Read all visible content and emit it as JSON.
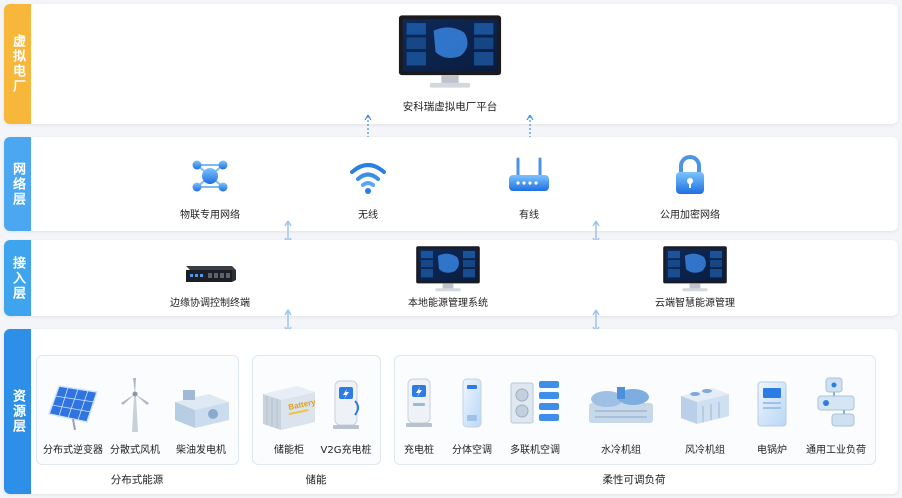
{
  "layers": [
    {
      "id": "vpp",
      "title": "虚拟电厂",
      "color": "#f7b73a"
    },
    {
      "id": "network",
      "title": "网络层",
      "color": "#4aa7f0"
    },
    {
      "id": "access",
      "title": "接入层",
      "color": "#3ea4ee"
    },
    {
      "id": "resource",
      "title": "资源层",
      "color": "#2e8fe8"
    }
  ],
  "platform": {
    "label": "安科瑞虚拟电厂平台",
    "icon": "monitor-dashboard-icon"
  },
  "network": [
    {
      "label": "物联专用网络",
      "icon": "iot-network-icon"
    },
    {
      "label": "无线",
      "icon": "wifi-icon"
    },
    {
      "label": "有线",
      "icon": "router-icon"
    },
    {
      "label": "公用加密网络",
      "icon": "lock-icon"
    }
  ],
  "access": [
    {
      "label": "边缘协调控制终端",
      "icon": "edge-terminal-icon"
    },
    {
      "label": "本地能源管理系统",
      "icon": "monitor-dashboard-icon"
    },
    {
      "label": "云端智慧能源管理",
      "icon": "monitor-dashboard-icon"
    }
  ],
  "resources": {
    "groups": [
      {
        "title": "分布式能源",
        "items": [
          {
            "label": "分布式逆变器",
            "icon": "solar-panel-icon"
          },
          {
            "label": "分散式风机",
            "icon": "wind-turbine-icon"
          },
          {
            "label": "柴油发电机",
            "icon": "diesel-generator-icon"
          }
        ]
      },
      {
        "title": "储能",
        "items": [
          {
            "label": "储能柜",
            "icon": "battery-container-icon"
          },
          {
            "label": "V2G充电桩",
            "icon": "charging-pile-icon"
          }
        ]
      },
      {
        "title": "柔性可调负荷",
        "items": [
          {
            "label": "充电桩",
            "icon": "charging-pile-icon"
          },
          {
            "label": "分体空调",
            "icon": "split-ac-icon"
          },
          {
            "label": "多联机空调",
            "icon": "vrf-ac-icon"
          },
          {
            "label": "水冷机组",
            "icon": "water-chiller-icon"
          },
          {
            "label": "风冷机组",
            "icon": "air-chiller-icon"
          },
          {
            "label": "电锅炉",
            "icon": "electric-boiler-icon"
          },
          {
            "label": "通用工业负荷",
            "icon": "industrial-load-icon"
          }
        ]
      }
    ]
  },
  "battery_text": "Battery"
}
